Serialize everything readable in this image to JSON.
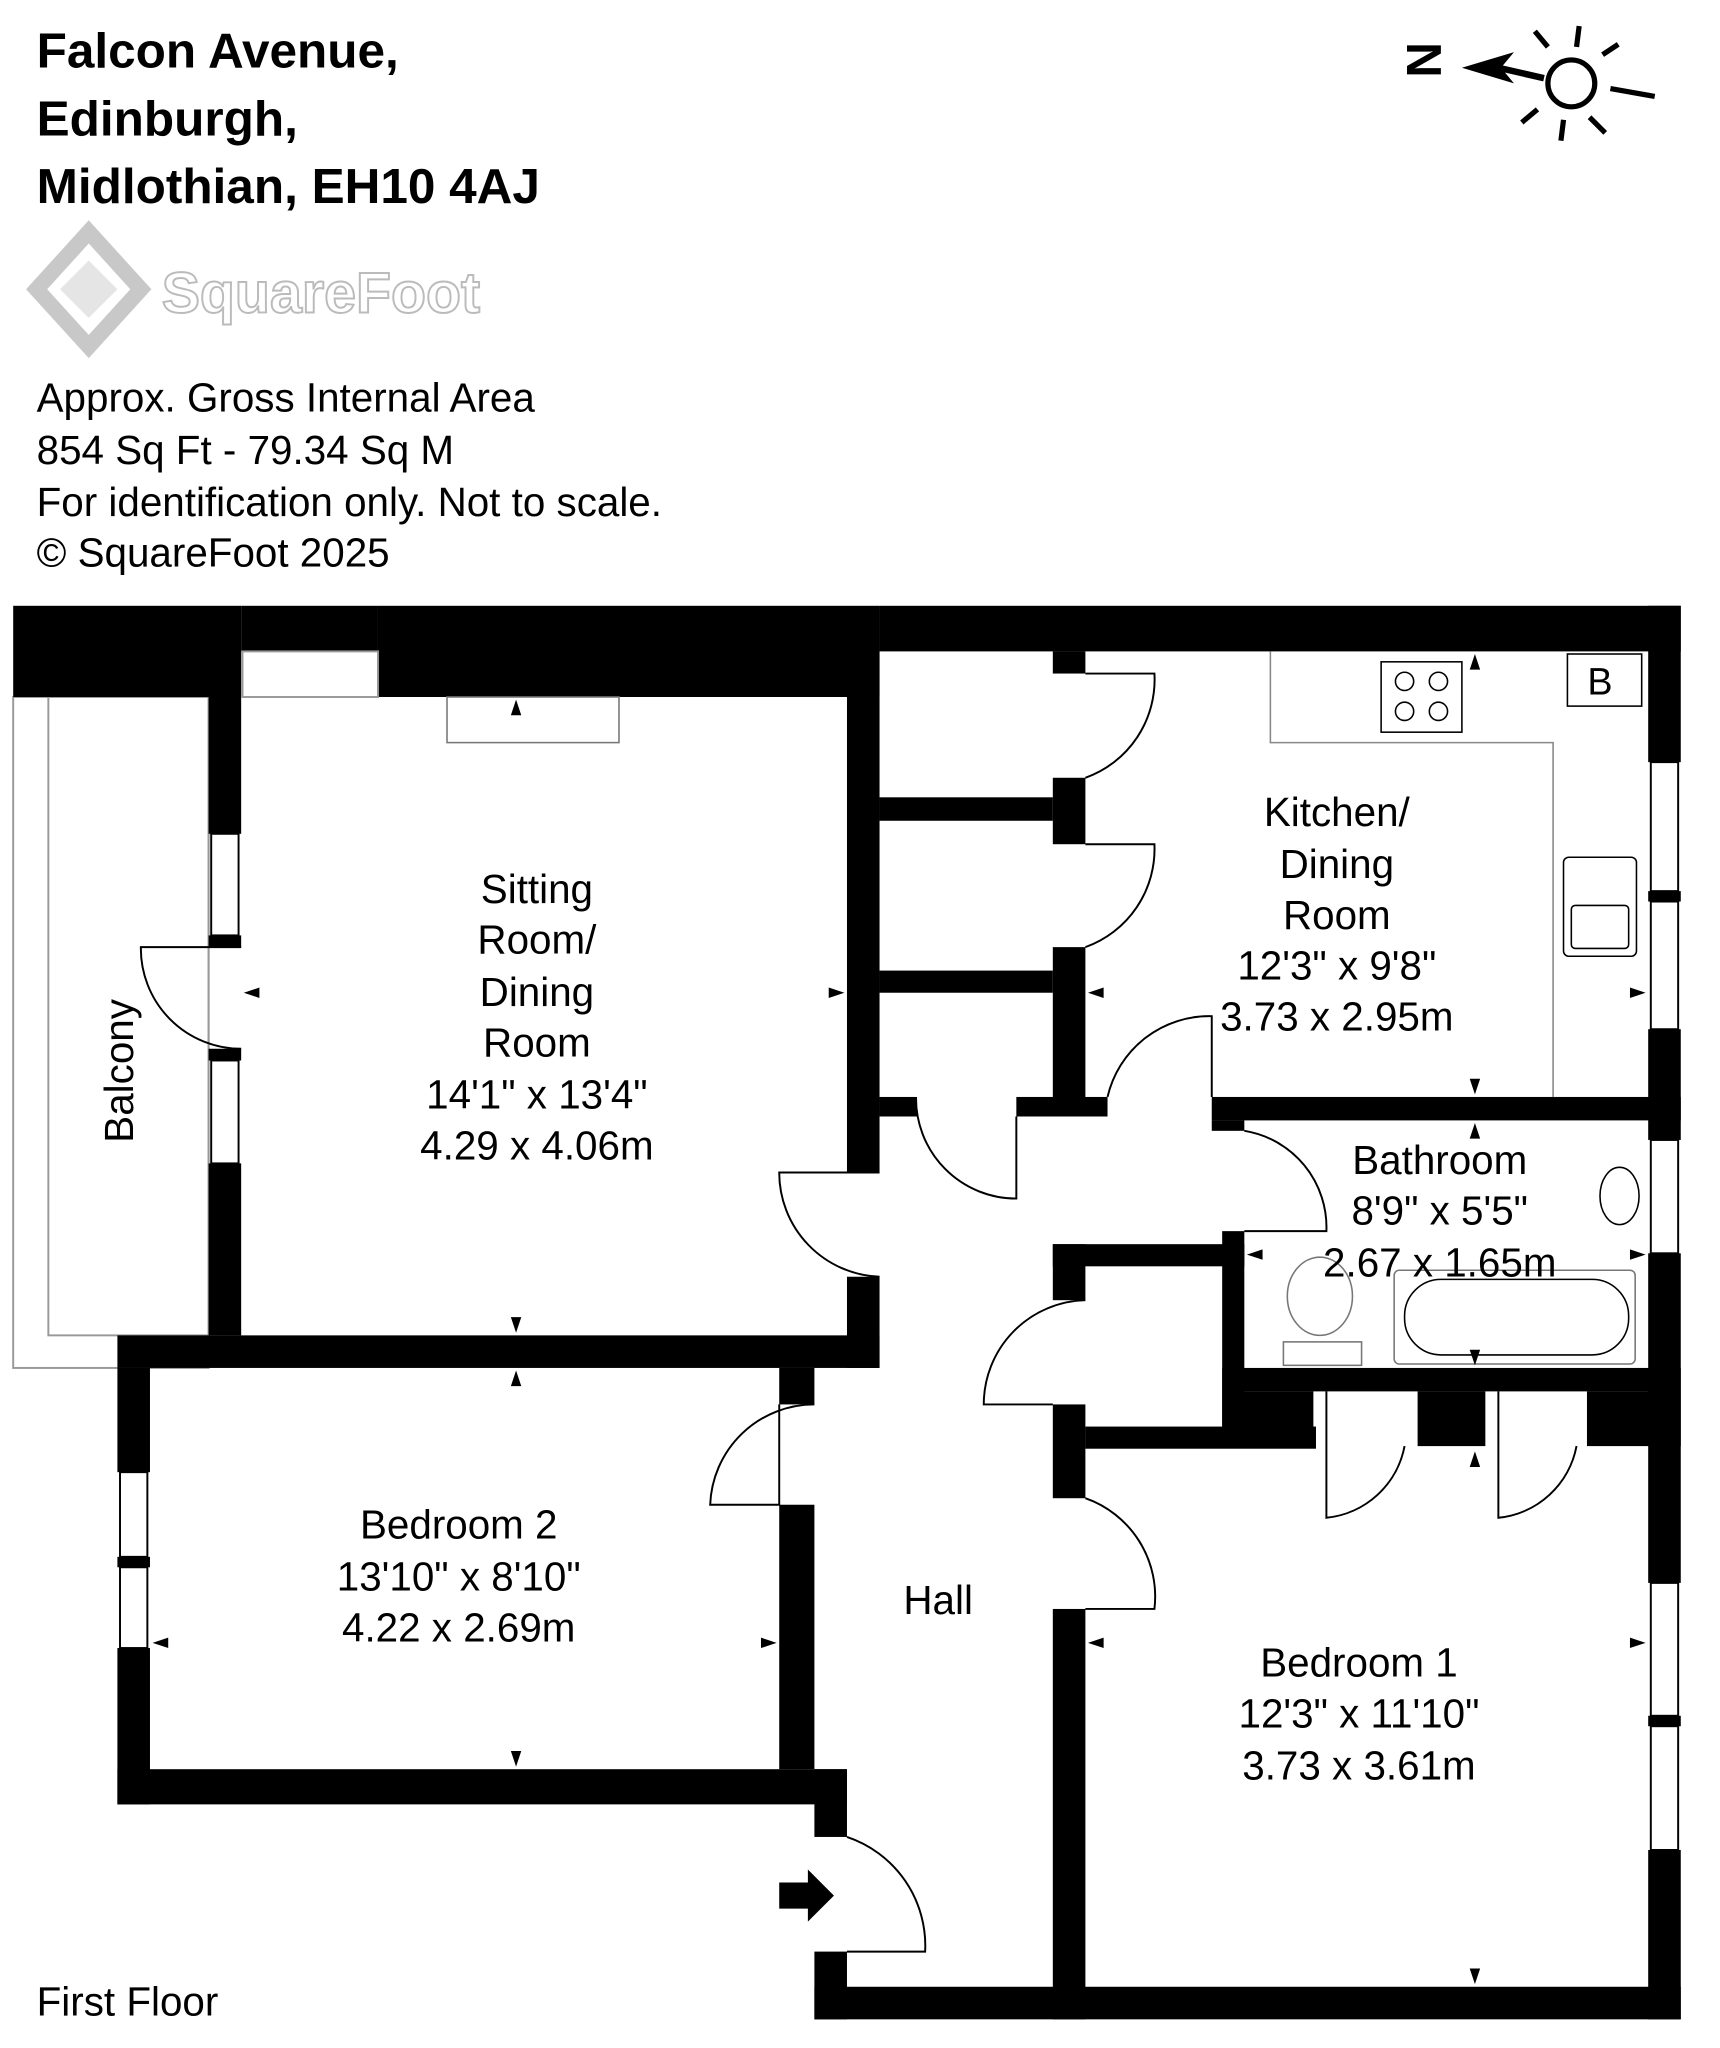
{
  "header": {
    "address_lines": [
      "Falcon Avenue,",
      "Edinburgh,",
      "Midlothian, EH10 4AJ"
    ],
    "logo_text": "SquareFoot",
    "info_lines": [
      "Approx. Gross Internal Area",
      "854 Sq Ft  -  79.34 Sq M",
      "For identification only. Not to scale.",
      "© SquareFoot 2025"
    ]
  },
  "compass": {
    "label": "N"
  },
  "rooms": {
    "sitting": [
      "Sitting",
      "Room/",
      "Dining",
      "Room",
      "14'1\" x 13'4\"",
      "4.29 x 4.06m"
    ],
    "kitchen": [
      "Kitchen/",
      "Dining",
      "Room",
      "12'3\" x 9'8\"",
      "3.73 x 2.95m"
    ],
    "bathroom": [
      "Bathroom",
      "8'9\" x 5'5\"",
      "2.67 x 1.65m"
    ],
    "bedroom2": [
      "Bedroom 2",
      "13'10\" x 8'10\"",
      "4.22 x 2.69m"
    ],
    "bedroom1": [
      "Bedroom 1",
      "12'3\" x 11'10\"",
      "3.73 x 3.61m"
    ],
    "hall": "Hall",
    "balcony": "Balcony",
    "boiler": "B"
  },
  "floor_label": "First Floor",
  "colors": {
    "wall": "#000000",
    "logo": "#c8c8c8"
  }
}
